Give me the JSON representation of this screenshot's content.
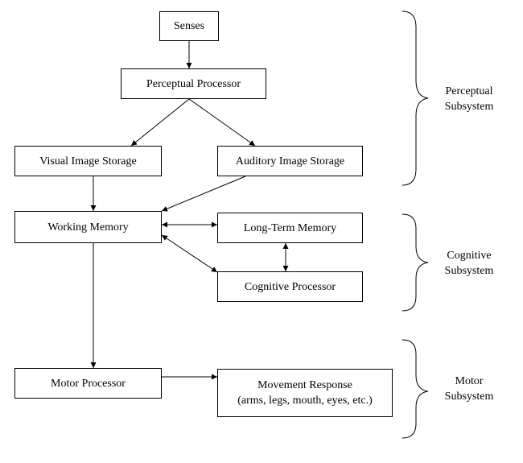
{
  "boxes": {
    "senses": "Senses",
    "perceptual_processor": "Perceptual Processor",
    "visual_image_storage": "Visual Image Storage",
    "auditory_image_storage": "Auditory Image Storage",
    "working_memory": "Working Memory",
    "long_term_memory": "Long-Term Memory",
    "cognitive_processor": "Cognitive Processor",
    "motor_processor": "Motor Processor",
    "movement_response": {
      "line1": "Movement Response",
      "line2": "(arms, legs, mouth, eyes, etc.)"
    }
  },
  "groups": {
    "perceptual": {
      "line1": "Perceptual",
      "line2": "Subsystem"
    },
    "cognitive": {
      "line1": "Cognitive",
      "line2": "Subsystem"
    },
    "motor": {
      "line1": "Motor",
      "line2": "Subsystem"
    }
  },
  "colors": {
    "stroke": "#000000",
    "background": "#ffffff"
  }
}
